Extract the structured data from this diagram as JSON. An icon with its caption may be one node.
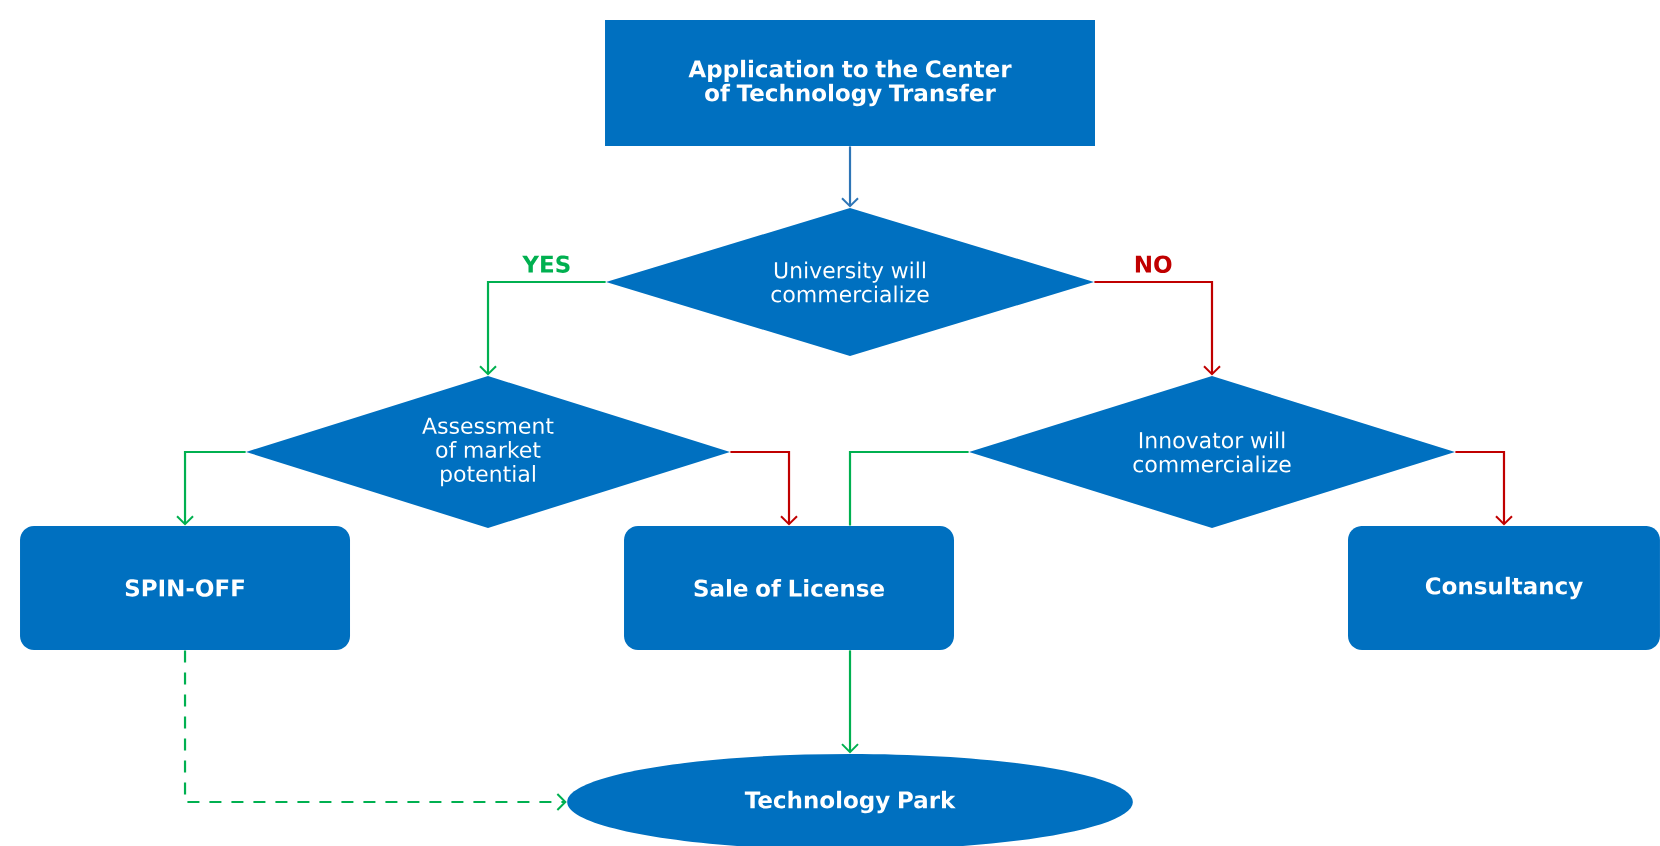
{
  "diagram": {
    "nodes": [
      {
        "text": [
          "Application to the Center of Technology Transfer"
        ]
      },
      {
        "text": [
          "University will commercialize"
        ]
      },
      {
        "text": [
          "Assessment of market potential"
        ]
      },
      {
        "text": [
          "Innovator will commercialize"
        ]
      },
      {
        "text": [
          "SPIN-OFF"
        ]
      },
      {
        "text": [
          "Sale of License"
        ]
      },
      {
        "text": [
          "Consultancy"
        ]
      },
      {
        "text": [
          "Technology Park"
        ]
      }
    ],
    "edges": [
      {
        "from": 0,
        "to": 1,
        "arrow": "to",
        "color": "#2e75b6"
      },
      {
        "from": 1,
        "to": 2,
        "arrow": "to",
        "label": "YES"
      },
      {
        "from": 1,
        "to": 3,
        "arrow": "to",
        "label": "NO",
        "color": "#c00000"
      },
      {
        "from": 2,
        "to": 4,
        "arrow": "to"
      },
      {
        "from": 2,
        "to": 5,
        "arrow": "to",
        "color": "#c00000"
      },
      {
        "from": 3,
        "to": 5,
        "arrow": "none"
      },
      {
        "from": 3,
        "to": 6,
        "arrow": "to",
        "color": "#c00000"
      },
      {
        "from": 5,
        "to": 7,
        "arrow": "to"
      },
      {
        "from": 4,
        "to": 7,
        "arrow": "to",
        "style": "dashed"
      }
    ]
  }
}
